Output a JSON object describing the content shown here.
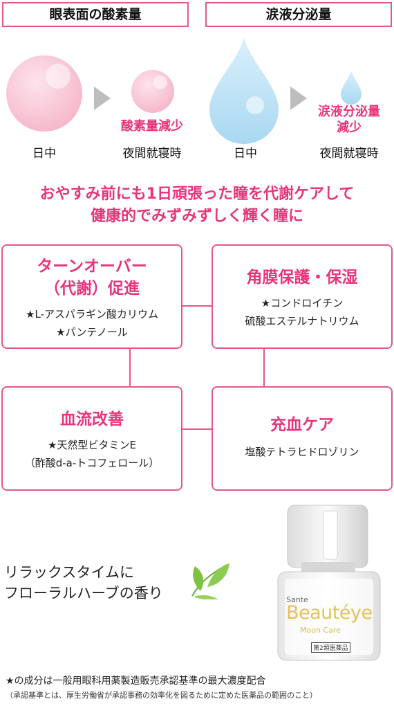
{
  "oxygen": {
    "header": "眼表面の酸素量",
    "day_label": "日中",
    "night_label": "夜間就寝時",
    "decrease_label": "酸素量減少"
  },
  "tears": {
    "header": "涙液分泌量",
    "day_label": "日中",
    "night_label": "夜間就寝時",
    "decrease_label_line1": "涙液分泌量",
    "decrease_label_line2": "減少"
  },
  "headline": {
    "line1": "おやすみ前にも1日頑張った瞳を代謝ケアして",
    "line2": "健康的でみずみずしく輝く瞳に"
  },
  "features": [
    {
      "title_line1": "ターンオーバー",
      "title_line2": "（代謝）促進",
      "line1": "★L-アスパラギン酸カリウム",
      "line2": "★パンテノール"
    },
    {
      "title_line1": "角膜保護・保湿",
      "line1": "★コンドロイチン",
      "line2": "硫酸エステルナトリウム"
    },
    {
      "title_line1": "血流改善",
      "line1": "★天然型ビタミンE",
      "line2": "（酢酸d-a-トコフェロール）"
    },
    {
      "title_line1": "充血ケア",
      "line1": "塩酸テトラヒドロゾリン"
    }
  ],
  "fragrance": {
    "line1": "リラックスタイムに",
    "line2": "フローラルハーブの香り"
  },
  "product": {
    "brand": "Sante",
    "name": "Beautéye",
    "variant": "Moon Care",
    "class_label": "第2類医薬品"
  },
  "footnote": {
    "line1": "★の成分は一般用眼科用薬製造販売承認基準の最大濃度配合",
    "line2": "（承認基準とは、厚生労働省が承認事務の効率化を図るために定めた医薬品の範囲のこと）"
  },
  "colors": {
    "accent": "#e8347a",
    "border": "#e4578a",
    "pink_sphere": "#f8c3d3",
    "blue_drop": "#bfe3f6",
    "leaf": "#7fc242"
  }
}
